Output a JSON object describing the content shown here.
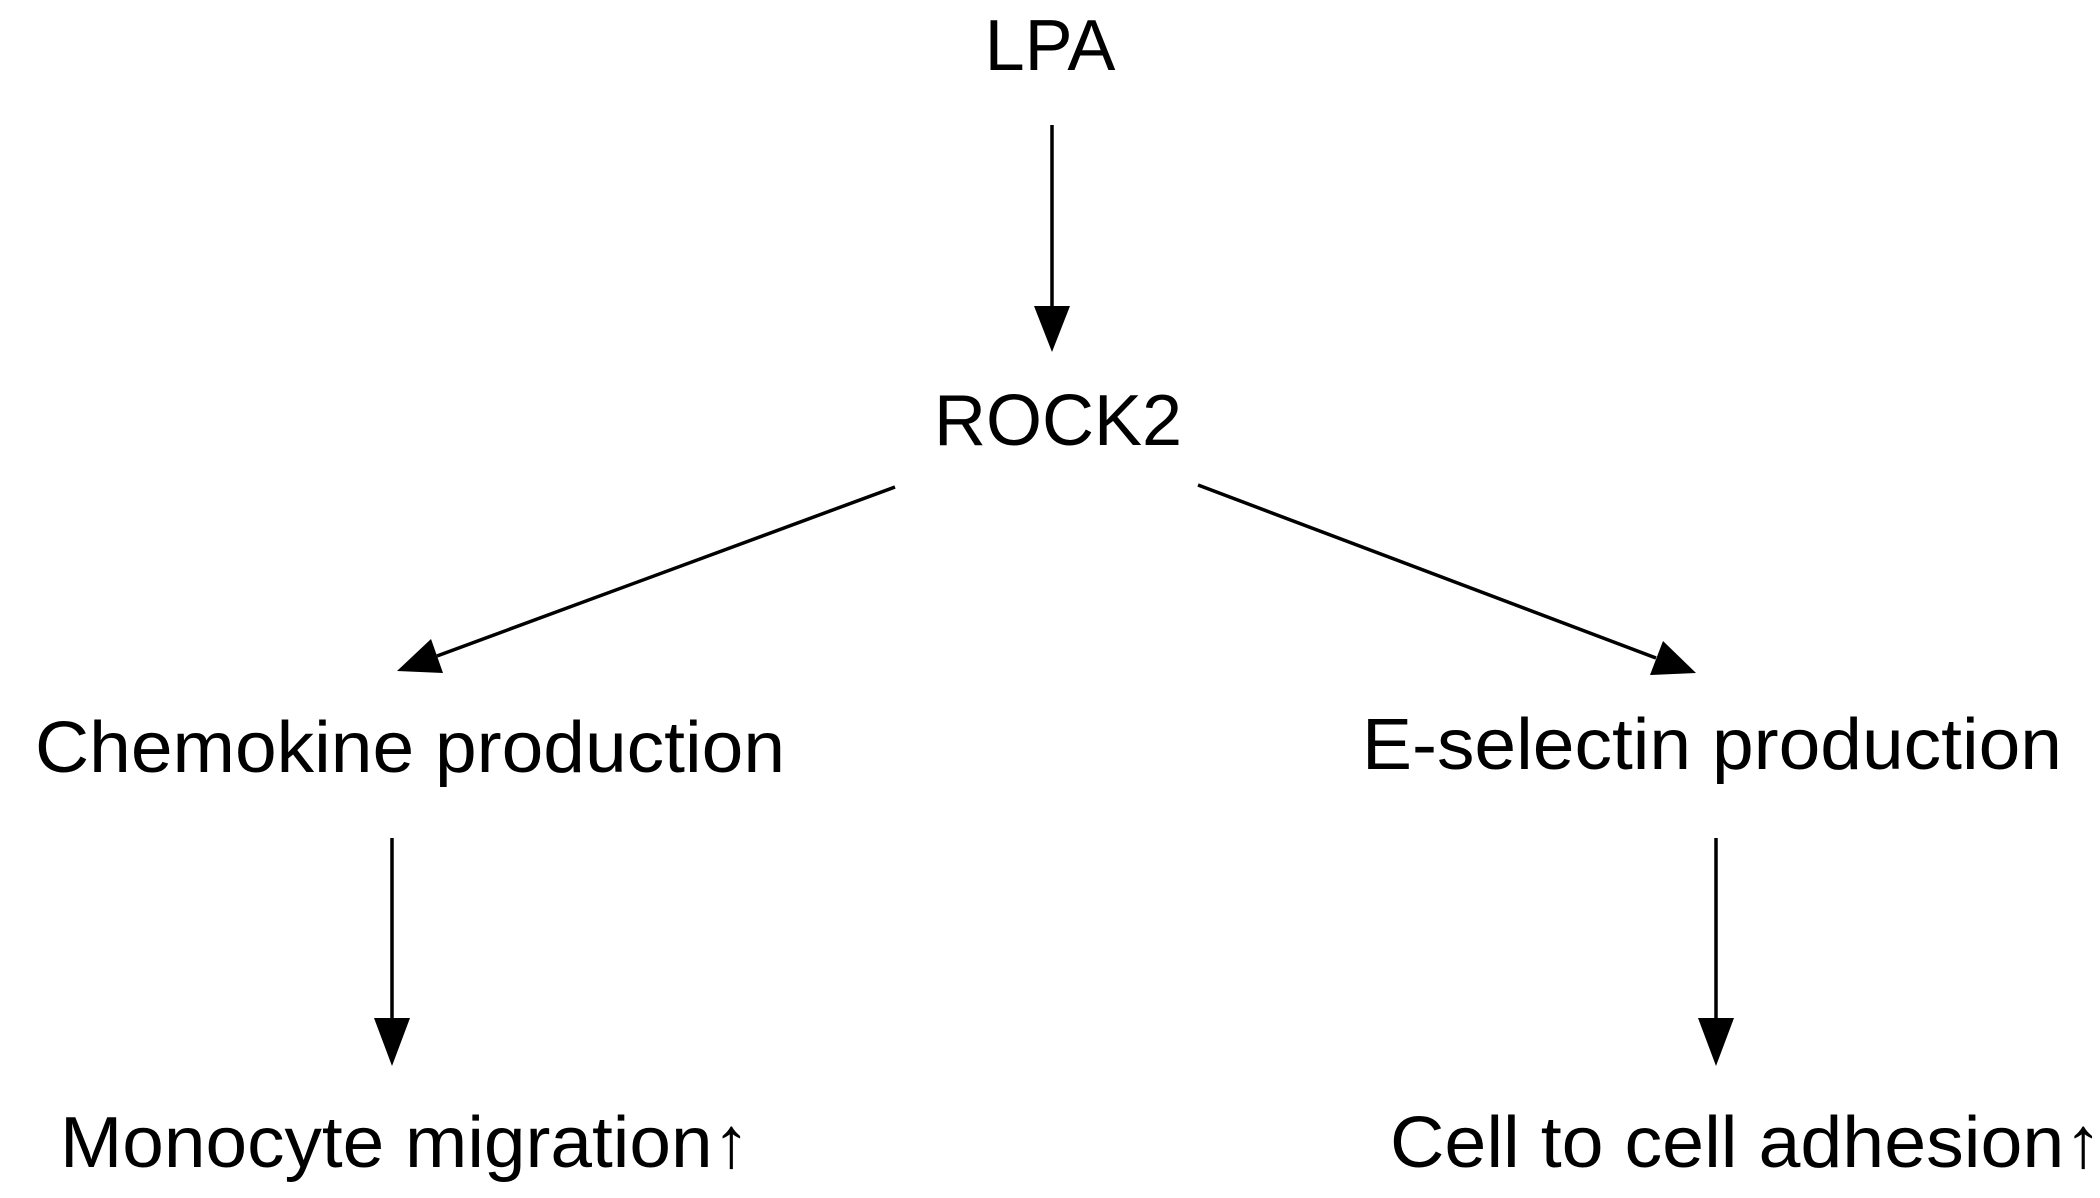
{
  "diagram": {
    "nodes": {
      "lpa": "LPA",
      "rock2": "ROCK2",
      "chemokine": "Chemokine production",
      "eselectin": "E-selectin production",
      "monocyte": "Monocyte migration↑",
      "adhesion": "Cell to cell adhesion↑"
    },
    "edges": [
      {
        "from": "lpa",
        "to": "rock2"
      },
      {
        "from": "rock2",
        "to": "chemokine"
      },
      {
        "from": "rock2",
        "to": "eselectin"
      },
      {
        "from": "chemokine",
        "to": "monocyte"
      },
      {
        "from": "eselectin",
        "to": "adhesion"
      }
    ],
    "colors": {
      "text": "#000000",
      "arrow": "#000000",
      "background": "#ffffff"
    }
  }
}
